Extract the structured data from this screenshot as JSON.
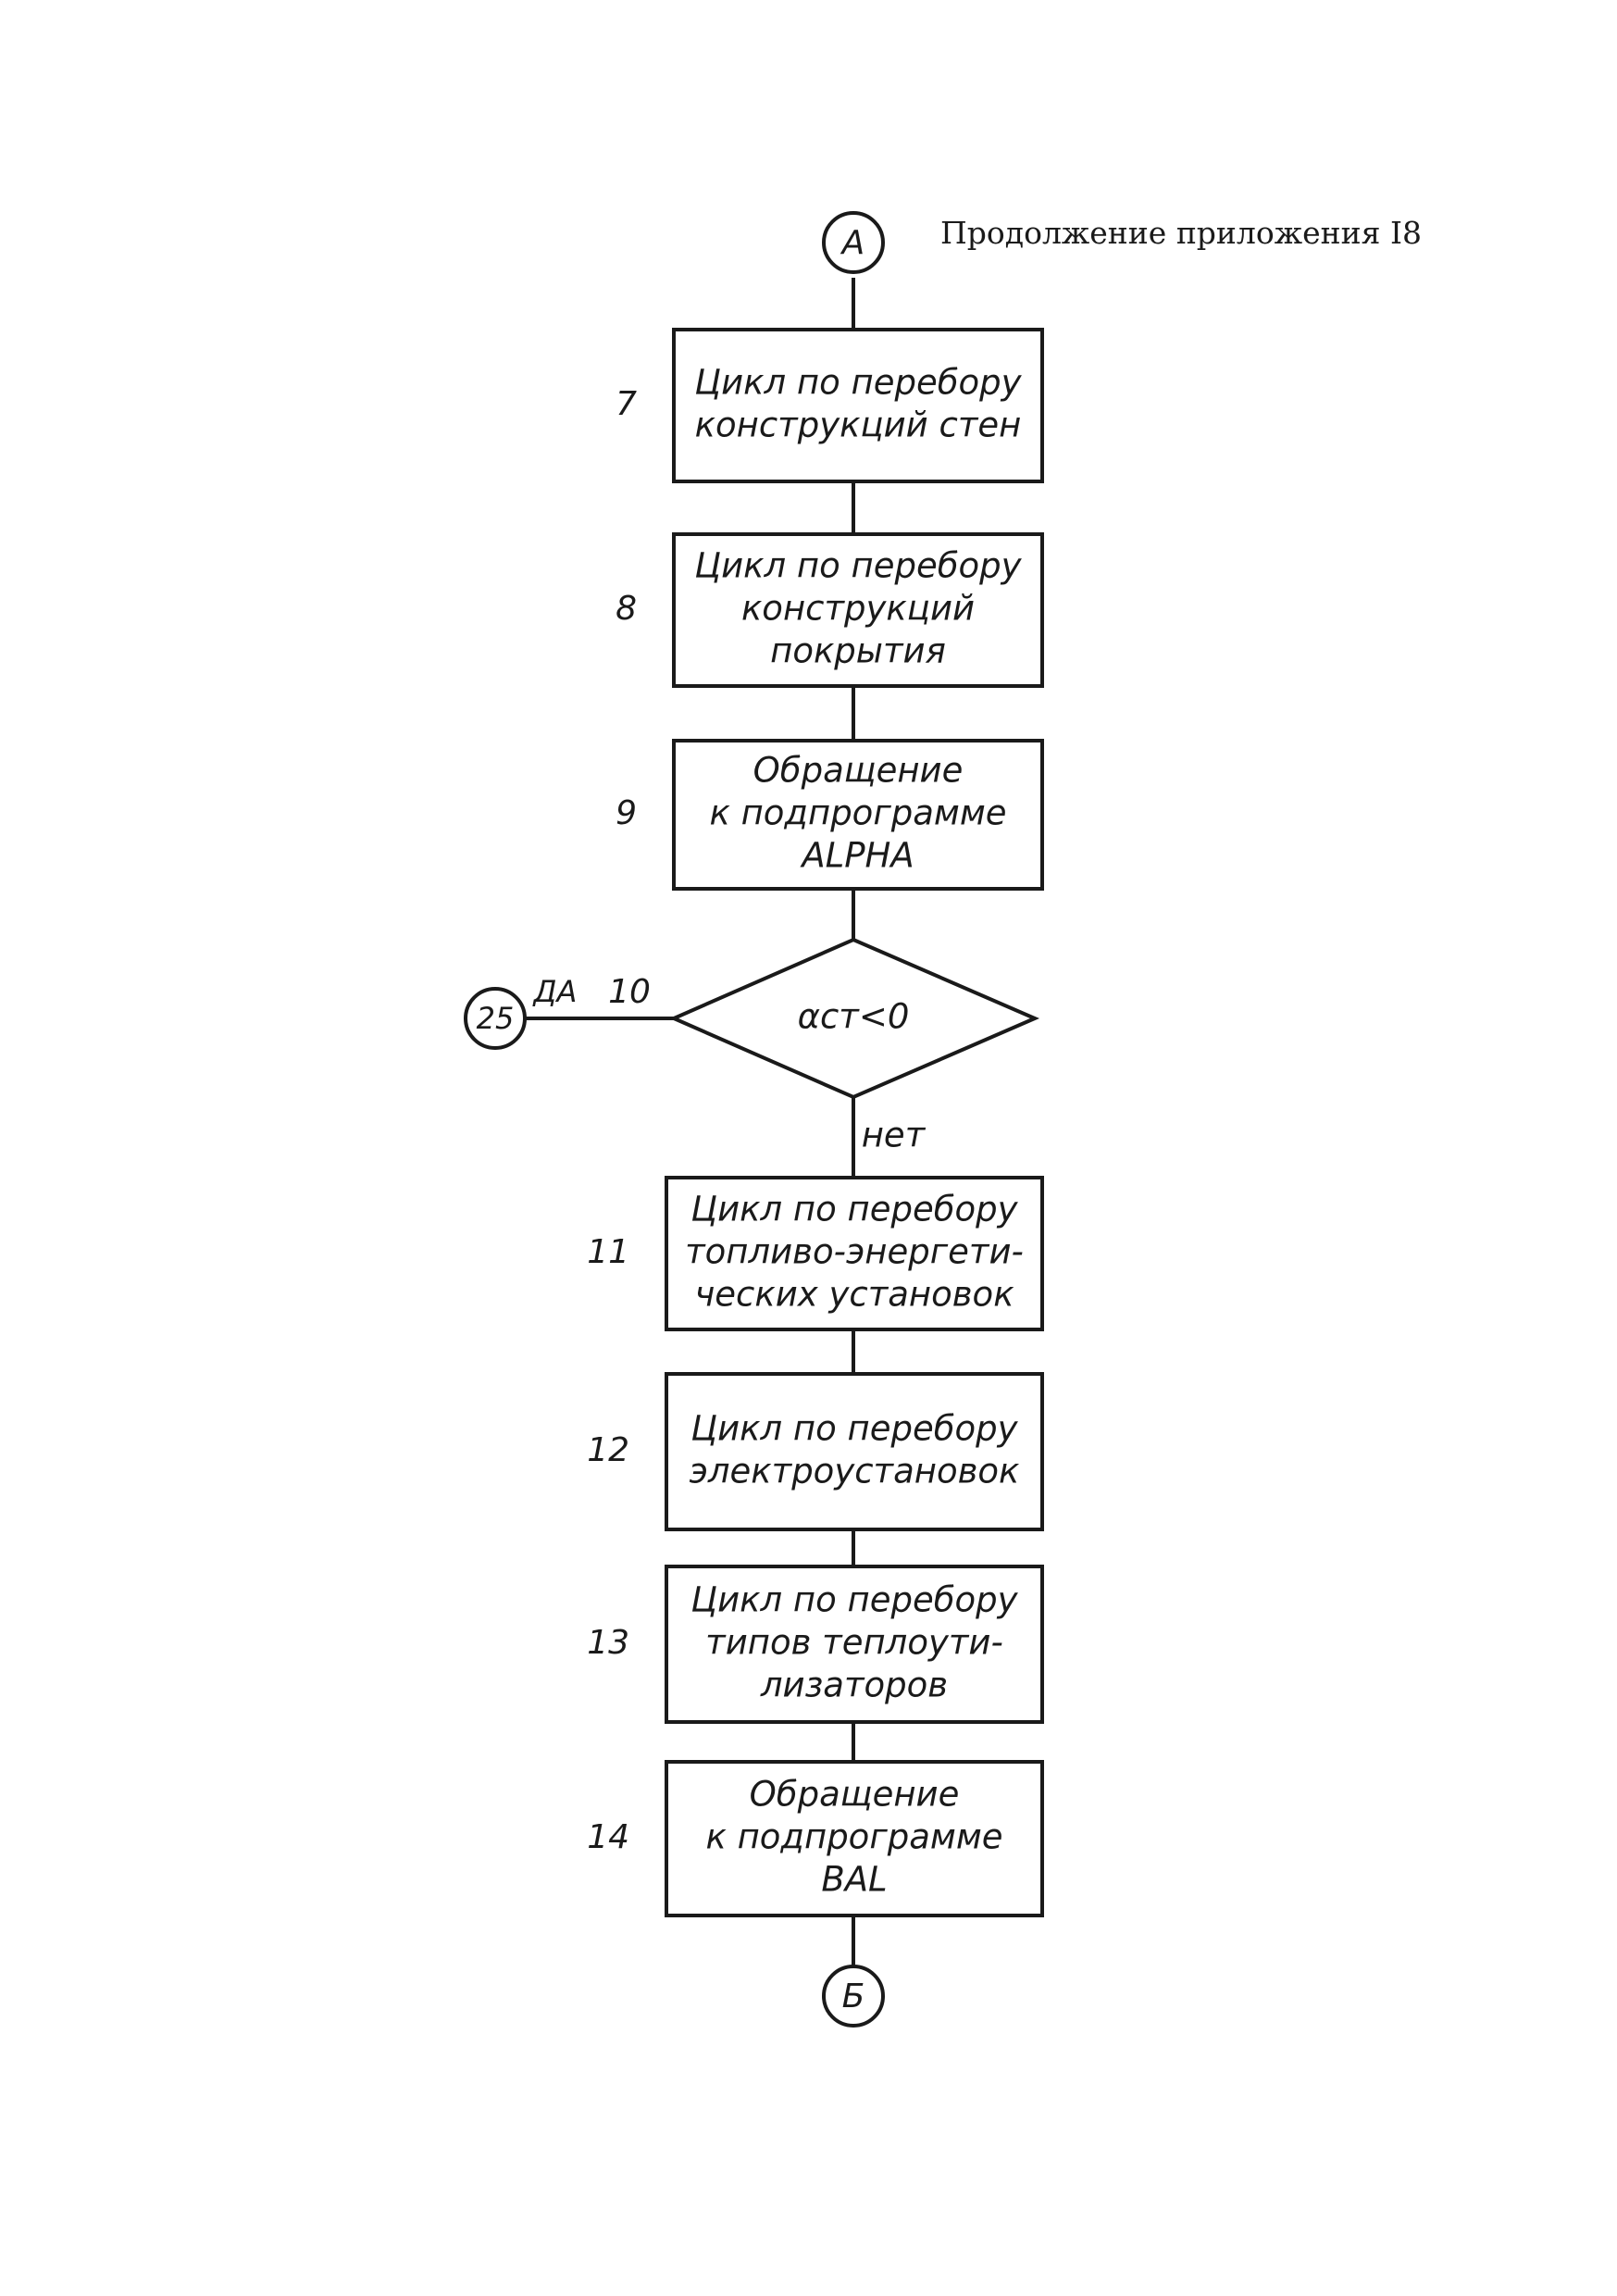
{
  "header": {
    "continuation": "Продолжение приложения I8"
  },
  "connectors": {
    "top": "А",
    "left": "25",
    "bottom": "Б"
  },
  "blocks": [
    {
      "number": "7",
      "lines": [
        "Цикл по перебору",
        "конструкций стен"
      ]
    },
    {
      "number": "8",
      "lines": [
        "Цикл по перебору",
        "конструкций",
        "покрытия"
      ]
    },
    {
      "number": "9",
      "lines": [
        "Обращение",
        "к подпрограмме",
        "ALPHA"
      ]
    },
    {
      "number": "11",
      "lines": [
        "Цикл по перебору",
        "топливо-энергети-",
        "ческих установок"
      ]
    },
    {
      "number": "12",
      "lines": [
        "Цикл по перебору",
        "электроустановок"
      ]
    },
    {
      "number": "13",
      "lines": [
        "Цикл по перебору",
        "типов теплоути-",
        "лизаторов"
      ]
    },
    {
      "number": "14",
      "lines": [
        "Обращение",
        "к подпрограмме",
        "BAL"
      ]
    }
  ],
  "decision": {
    "number": "10",
    "condition": "αст<0",
    "yes_label": "ДА",
    "no_label": "нет"
  }
}
